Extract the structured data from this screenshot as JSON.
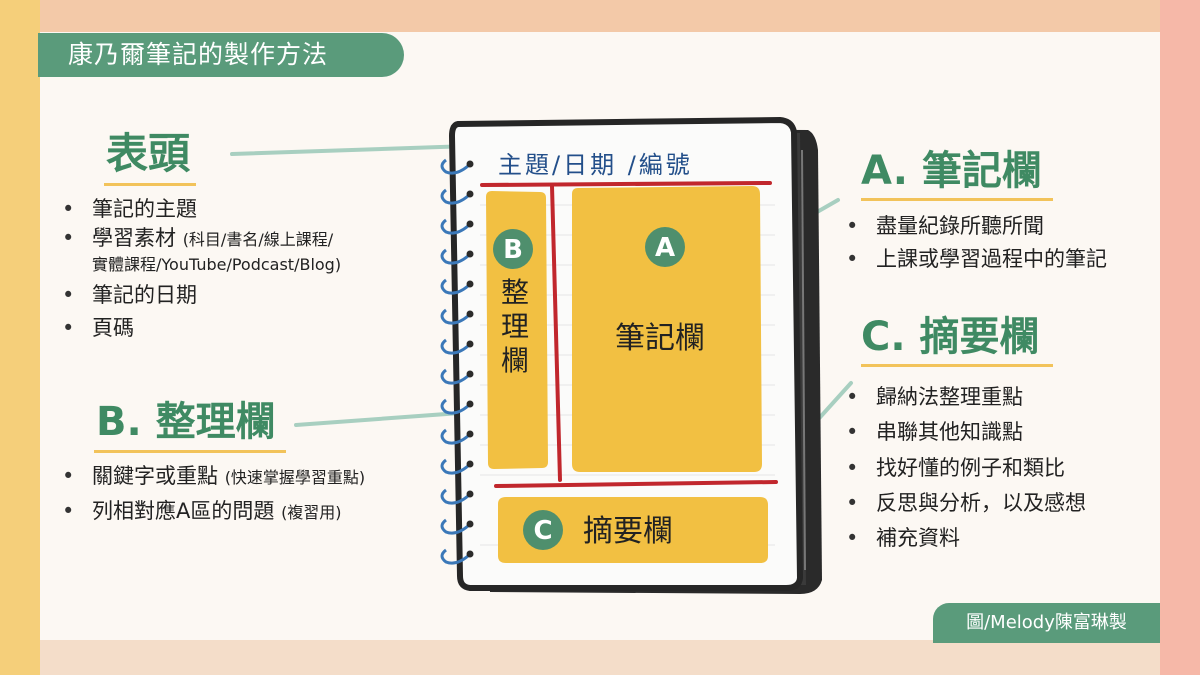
{
  "title": "康乃爾筆記的製作方法",
  "credit": "圖/Melody陳富琳製",
  "header_section": {
    "heading": "表頭",
    "bullets": [
      {
        "text": "筆記的主題"
      },
      {
        "text": "學習素材",
        "note": "(科目/書名/線上課程/",
        "note2": "實體課程/YouTube/Podcast/Blog)"
      },
      {
        "text": "筆記的日期"
      },
      {
        "text": "頁碼"
      }
    ]
  },
  "b_section": {
    "heading": "B. 整理欄",
    "bullets": [
      {
        "text": "關鍵字或重點",
        "note": "(快速掌握學習重點)"
      },
      {
        "text": "列相對應A區的問題",
        "note": "(複習用)"
      }
    ]
  },
  "a_section": {
    "heading": "A. 筆記欄",
    "bullets": [
      {
        "text": "盡量紀錄所聽所聞"
      },
      {
        "text": "上課或學習過程中的筆記"
      }
    ]
  },
  "c_section": {
    "heading": "C. 摘要欄",
    "bullets": [
      {
        "text": "歸納法整理重點"
      },
      {
        "text": "串聯其他知識點"
      },
      {
        "text": "找好懂的例子和類比"
      },
      {
        "text": "反思與分析，以及感想"
      },
      {
        "text": "補充資料"
      }
    ]
  },
  "notebook": {
    "header_text": "主題/日期 /編號",
    "badge_a": "A",
    "badge_b": "B",
    "badge_c": "C",
    "label_a": "筆記欄",
    "label_b": "整理欄",
    "label_c": "摘要欄"
  },
  "colors": {
    "green": "#5a9b7b",
    "heading_green": "#3f8a63",
    "yellow": "#f2c042",
    "red_line": "#c1272d",
    "connector": "#a8cfc0",
    "spiral": "#3b78b8"
  }
}
